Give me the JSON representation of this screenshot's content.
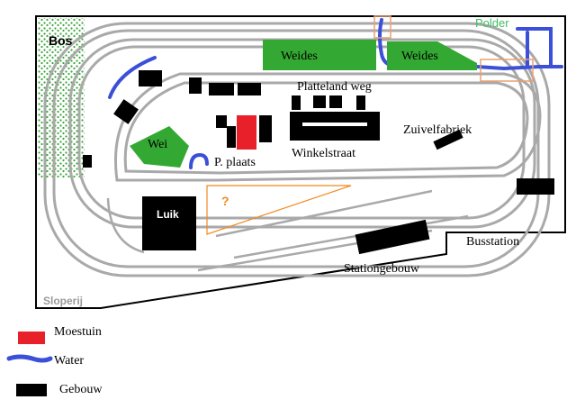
{
  "labels": {
    "bos": "Bos",
    "polder": "Polder",
    "weides_left": "Weides",
    "weides_right": "Weides",
    "platteland": "Platteland weg",
    "wei": "Wei",
    "zuivelfabriek": "Zuivelfabriek",
    "winkelstraat": "Winkelstraat",
    "pplaats": "P. plaats",
    "question": "?",
    "luik": "Luik",
    "busstation": "Busstation",
    "stationgebouw": "Stationgebouw",
    "sloperij": "Sloperij"
  },
  "legend": {
    "moestuin": "Moestuin",
    "water": "Water",
    "gebouw": "Gebouw"
  },
  "colors": {
    "building": "#000000",
    "grass": "#33a832",
    "forest": "#3aa53a",
    "water": "#3b4fd8",
    "moestuin": "#e8202a",
    "track": "#a9a9a9",
    "polder_text": "#3fbf5f",
    "question": "#f08a1e",
    "sloperij_text": "#9a9a9a"
  }
}
